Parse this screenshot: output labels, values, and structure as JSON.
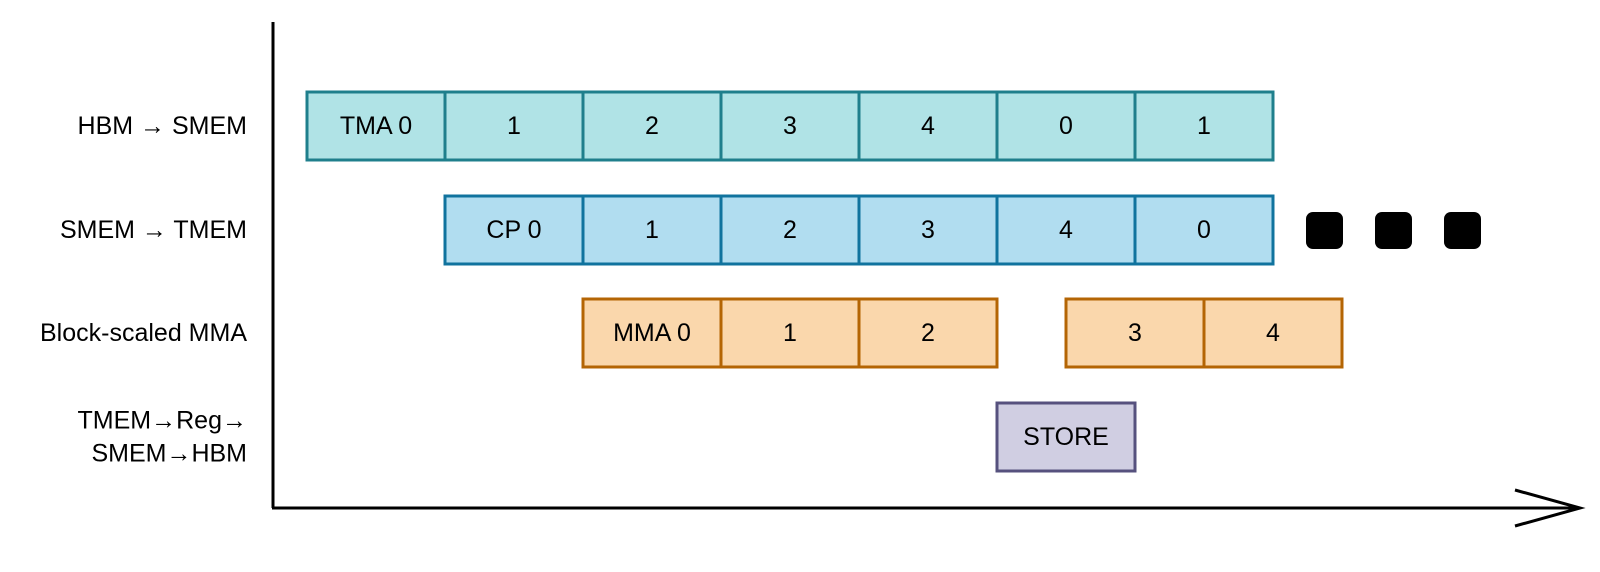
{
  "rows": [
    {
      "label_lines": [
        "HBM → SMEM"
      ],
      "style": "tma",
      "segments": [
        "TMA 0",
        "1",
        "2",
        "3",
        "4",
        "0",
        "1"
      ]
    },
    {
      "label_lines": [
        "SMEM → TMEM"
      ],
      "style": "cp",
      "segments": [
        "CP 0",
        "1",
        "2",
        "3",
        "4",
        "0"
      ]
    },
    {
      "label_lines": [
        "Block-scaled MMA"
      ],
      "style": "mma",
      "segments": [
        "MMA 0",
        "1",
        "2",
        "3",
        "4"
      ]
    },
    {
      "label_lines": [
        "TMEM→Reg→",
        "SMEM→HBM"
      ],
      "style": "store",
      "segments": [
        "STORE"
      ]
    }
  ],
  "styles": {
    "tma": {
      "fill": "#b0e3e6",
      "stroke": "#1f7f8c"
    },
    "cp": {
      "fill": "#b1ddf0",
      "stroke": "#10739e"
    },
    "mma": {
      "fill": "#fad7ac",
      "stroke": "#b46504"
    },
    "store": {
      "fill": "#d0cee2",
      "stroke": "#56517e"
    }
  },
  "ellipsis_count": 3,
  "axis_color": "#000000",
  "text_color": "#000000"
}
